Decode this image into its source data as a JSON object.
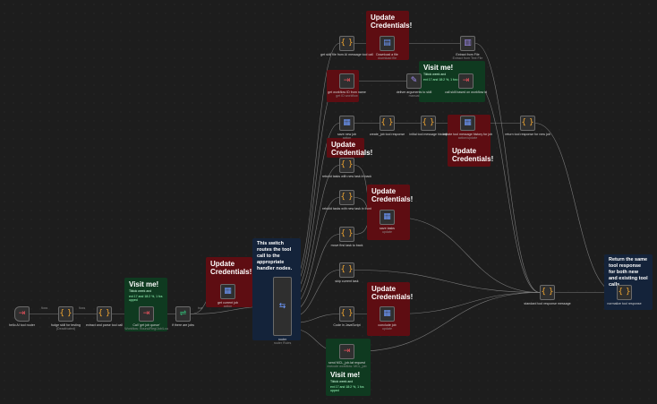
{
  "colors": {
    "bg": "#1d1d1d",
    "edge": "#7a7a7a",
    "node_bg": "#2f2f2f",
    "node_border": "#6a6a6a",
    "sticky_red": "#5e0d12",
    "sticky_green": "#0f3a20",
    "sticky_navy": "#14233a",
    "icon_orange": "#f0a530",
    "icon_blue": "#6f9bff",
    "icon_red": "#e3515b",
    "icon_purple": "#a08cf0",
    "icon_green": "#33c17a"
  },
  "stickies": {
    "s1": {
      "title": "Update Credentials!"
    },
    "s2": {
      "title": "Visit me!",
      "sub": "Tiktok week and",
      "sub2": "ext 17 and 18:2 %, 1 fcs upped"
    },
    "s3": {
      "title": "Update Credentials!"
    },
    "s4": {
      "title": "Update Credentials!"
    },
    "s5": {
      "title": "Update Credentials!"
    },
    "s6": {
      "title": "Update Credentials!"
    },
    "s7": {
      "title": "Visit me!",
      "sub": "Tiktok week and",
      "sub2": "ext 17 and 18:2 %, 1 fcs upped"
    },
    "s8": {
      "title": "Update Credentials!"
    },
    "s9": {
      "title": "This switch routes the tool call to the appropriate handler nodes."
    },
    "s10": {
      "title": "Visit me!",
      "sub": "Tiktok week and",
      "sub2": "ext 17 and 18:2 %, 1 fcs upped"
    },
    "s11": {
      "title": "Return the same tool response for both new and existing tool calls."
    }
  },
  "nodes": {
    "n1": {
      "icon": "trigger-icon",
      "glyph": "⇥",
      "color": "#e3515b",
      "label": "hello AI tool router",
      "sub": ""
    },
    "n2": {
      "icon": "code-icon",
      "glyph": "{ }",
      "color": "#f0a530",
      "label": "fudge skill for testing",
      "sub": "(Deactivated)"
    },
    "n3": {
      "icon": "code-icon",
      "glyph": "{ }",
      "color": "#f0a530",
      "label": "extract and parse tool call",
      "sub": ""
    },
    "n4": {
      "icon": "webhook-icon",
      "glyph": "⇥",
      "color": "#e3515b",
      "label": "Call 'get job queue'",
      "sub": "Workflow: Round/Reg/Job/Lxa"
    },
    "n5": {
      "icon": "if-icon",
      "glyph": "⇌",
      "color": "#33c17a",
      "label": "if there are jobs",
      "sub": ""
    },
    "n6": {
      "icon": "sheets-icon",
      "glyph": "▦",
      "color": "#6f9bff",
      "label": "get current job",
      "sub": "action"
    },
    "n7": {
      "icon": "code-icon",
      "glyph": "{ }",
      "color": "#f0a530",
      "label": "get skill file from AI message tool call",
      "sub": ""
    },
    "n8": {
      "icon": "file-icon",
      "glyph": "▤",
      "color": "#6f9bff",
      "label": "Download a file",
      "sub": "download file"
    },
    "n9": {
      "icon": "extract-icon",
      "glyph": "▥",
      "color": "#a08cf0",
      "label": "Extract from File",
      "sub": "Extract from Text File"
    },
    "n10": {
      "icon": "webhook-icon",
      "glyph": "⇥",
      "color": "#e3515b",
      "label": "get workflow ID from name",
      "sub": "get ID workflow"
    },
    "n11": {
      "icon": "edit-icon",
      "glyph": "✎",
      "color": "#a08cf0",
      "label": "deliver arguments to skill",
      "sub": "manual"
    },
    "n12": {
      "icon": "webhook-icon",
      "glyph": "⇥",
      "color": "#e3515b",
      "label": "call skill based on workflow id",
      "sub": ""
    },
    "n13": {
      "icon": "sheets-icon",
      "glyph": "▦",
      "color": "#6f9bff",
      "label": "save new job",
      "sub": "action"
    },
    "n14": {
      "icon": "code-icon",
      "glyph": "{ }",
      "color": "#f0a530",
      "label": "create_job tool response",
      "sub": ""
    },
    "n15": {
      "icon": "code-icon",
      "glyph": "{ }",
      "color": "#f0a530",
      "label": "initial tool message history",
      "sub": ""
    },
    "n16": {
      "icon": "sheets-icon",
      "glyph": "▦",
      "color": "#6f9bff",
      "label": "initiate tool message history for job",
      "sub": "action/update"
    },
    "n17": {
      "icon": "code-icon",
      "glyph": "{ }",
      "color": "#f0a530",
      "label": "return tool response for new job",
      "sub": ""
    },
    "n18": {
      "icon": "code-icon",
      "glyph": "{ }",
      "color": "#f0a530",
      "label": "rebuild tasks with new task in back",
      "sub": ""
    },
    "n19": {
      "icon": "code-icon",
      "glyph": "{ }",
      "color": "#f0a530",
      "label": "rebuild tasks with new task in front",
      "sub": ""
    },
    "n20": {
      "icon": "sheets-icon",
      "glyph": "▦",
      "color": "#6f9bff",
      "label": "save tasks",
      "sub": "update"
    },
    "n21": {
      "icon": "code-icon",
      "glyph": "{ }",
      "color": "#f0a530",
      "label": "move first task to back",
      "sub": ""
    },
    "n22": {
      "icon": "code-icon",
      "glyph": "{ }",
      "color": "#f0a530",
      "label": "skip current task",
      "sub": ""
    },
    "n23": {
      "icon": "code-icon",
      "glyph": "{ }",
      "color": "#f0a530",
      "label": "Code in JavaScript",
      "sub": ""
    },
    "n24": {
      "icon": "sheets-icon",
      "glyph": "▦",
      "color": "#6f9bff",
      "label": "conclude job",
      "sub": "update"
    },
    "n25": {
      "icon": "webhook-icon",
      "glyph": "⇥",
      "color": "#e3515b",
      "label": "send MCL_job.lat request",
      "sub": "execute workflow: MCL_job"
    },
    "n26": {
      "icon": "code-icon",
      "glyph": "{ }",
      "color": "#f0a530",
      "label": "standard tool response message",
      "sub": ""
    },
    "n27": {
      "icon": "code-icon",
      "glyph": "{ }",
      "color": "#f0a530",
      "label": "normalize tool response",
      "sub": ""
    },
    "router": {
      "icon": "switch-icon",
      "glyph": "⇆",
      "color": "#6f9bff",
      "label": "router",
      "sub": "router Rules"
    }
  },
  "edge_labels": {
    "e1": "flows",
    "e2": "flows",
    "e3": "true",
    "e4": "true"
  }
}
